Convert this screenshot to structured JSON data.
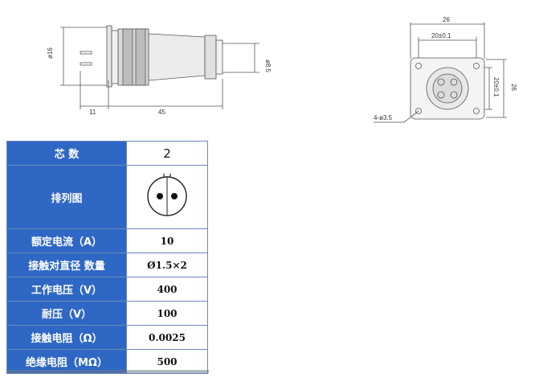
{
  "side_view": {
    "dim_diameter_left": "ø16",
    "dim_diameter_right": "ø8.5",
    "dim_length_short": "11",
    "dim_length_long": "45"
  },
  "front_view": {
    "dim_width_outer": "26",
    "dim_width_inner": "20±0.1",
    "dim_height_outer": "26",
    "dim_height_inner": "20±0.1",
    "dim_holes": "4-ø3.5"
  },
  "spec_table": {
    "rows": [
      {
        "label": "芯   数",
        "value": "2"
      },
      {
        "label": "排列图",
        "value": ""
      },
      {
        "label": "额定电流（A）",
        "value": "10"
      },
      {
        "label": "接触对直径 数量",
        "value": "Ø1.5×2"
      },
      {
        "label": "工作电压（V）",
        "value": "400"
      },
      {
        "label": "耐压（V）",
        "value": "100"
      },
      {
        "label": "接触电阻（Ω）",
        "value": "0.0025"
      },
      {
        "label": "绝缘电阻（MΩ）",
        "value": "500"
      }
    ]
  },
  "colors": {
    "label_bg": "#2f67c4",
    "border": "#6a88b8"
  }
}
